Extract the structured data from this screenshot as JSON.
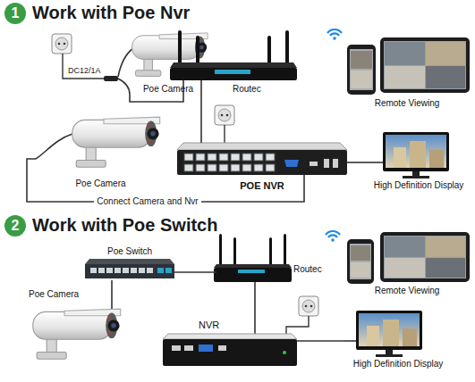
{
  "diagram": {
    "nodes": [
      {
        "text": [
          "1"
        ]
      },
      {
        "text": [
          "Poe Camera"
        ]
      },
      {
        "text": [
          "Routec"
        ]
      },
      {
        "text": [
          "Remote Viewing"
        ]
      },
      {
        "text": [
          "Poe Camera"
        ]
      },
      {
        "text": [
          "POE NVR"
        ]
      },
      {
        "text": [
          "High Definition Display"
        ]
      },
      {
        "text": [
          "2"
        ]
      },
      {
        "text": [
          "Poe Switch"
        ]
      },
      {
        "text": [
          "Routec"
        ]
      },
      {
        "text": [
          "Remote Viewing"
        ]
      },
      {
        "text": [
          "Poe Camera"
        ]
      },
      {
        "text": [
          "NVR"
        ]
      },
      {
        "text": [
          "High Definition Display"
        ]
      }
    ],
    "edges": [
      {
        "from": 1,
        "to": 2,
        "arrow": "none"
      },
      {
        "from": 2,
        "to": 5,
        "arrow": "none"
      },
      {
        "from": 4,
        "to": 5,
        "label": "Connect Camera and Nvr",
        "arrow": "none"
      },
      {
        "from": 5,
        "to": 6,
        "arrow": "none"
      },
      {
        "from": 11,
        "to": 8,
        "arrow": "none"
      },
      {
        "from": 8,
        "to": 9,
        "arrow": "none"
      },
      {
        "from": 9,
        "to": 12,
        "arrow": "none"
      },
      {
        "from": 12,
        "to": 13,
        "arrow": "none"
      }
    ],
    "labels": [
      "Work with Poe Nvr",
      "DC12/1A",
      "Work with Poe Switch"
    ]
  }
}
